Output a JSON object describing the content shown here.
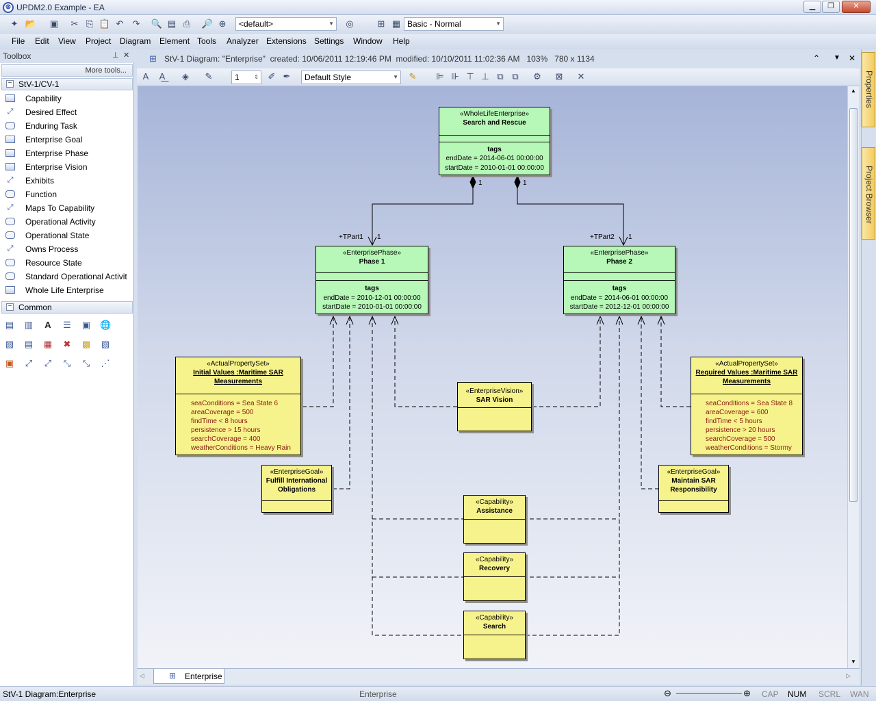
{
  "window": {
    "title": "UPDM2.0 Example - EA"
  },
  "toolbar": {
    "workspace_combo": "<default>",
    "perspective_combo": "Basic - Normal"
  },
  "menu": [
    "File",
    "Edit",
    "View",
    "Project",
    "Diagram",
    "Element",
    "Tools",
    "Analyzer",
    "Extensions",
    "Settings",
    "Window",
    "Help"
  ],
  "toolbox": {
    "title": "Toolbox",
    "more_tools": "More tools...",
    "group1": "StV-1/CV-1",
    "items": [
      {
        "label": "Capability",
        "icon": "class-icon"
      },
      {
        "label": "Desired Effect",
        "icon": "dependency-icon"
      },
      {
        "label": "Enduring Task",
        "icon": "rounded-box-icon"
      },
      {
        "label": "Enterprise Goal",
        "icon": "class-icon"
      },
      {
        "label": "Enterprise Phase",
        "icon": "class-icon"
      },
      {
        "label": "Enterprise Vision",
        "icon": "class-icon"
      },
      {
        "label": "Exhibits",
        "icon": "dependency-icon"
      },
      {
        "label": "Function",
        "icon": "rounded-box-icon"
      },
      {
        "label": "Maps To Capability",
        "icon": "dependency-icon"
      },
      {
        "label": "Operational Activity",
        "icon": "rounded-box-icon"
      },
      {
        "label": "Operational State",
        "icon": "rounded-box-icon"
      },
      {
        "label": "Owns Process",
        "icon": "dependency-icon"
      },
      {
        "label": "Resource State",
        "icon": "rounded-box-icon"
      },
      {
        "label": "Standard Operational Activit",
        "icon": "rounded-box-icon"
      },
      {
        "label": "Whole Life Enterprise",
        "icon": "class-icon"
      }
    ],
    "group2": "Common"
  },
  "diagram": {
    "header": "StV-1 Diagram: \"Enterprise\"  created: 10/06/2011 12:19:46 PM  modified: 10/10/2011 11:02:36 AM   103%   780 x 1134",
    "line_width": "1",
    "style_combo": "Default Style",
    "tab": "Enterprise"
  },
  "nodes": {
    "wle": {
      "stereo": "«WholeLifeEnterprise»",
      "name": "Search and Rescue",
      "tags": "tags",
      "t1": "endDate = 2014-06-01 00:00:00",
      "t2": "startDate = 2010-01-01 00:00:00"
    },
    "p1": {
      "stereo": "«EnterprisePhase»",
      "name": "Phase 1",
      "tags": "tags",
      "t1": "endDate = 2010-12-01 00:00:00",
      "t2": "startDate = 2010-01-01 00:00:00"
    },
    "p2": {
      "stereo": "«EnterprisePhase»",
      "name": "Phase 2",
      "tags": "tags",
      "t1": "endDate = 2014-06-01 00:00:00",
      "t2": "startDate = 2012-12-01 00:00:00"
    },
    "initial": {
      "stereo": "«ActualPropertySet»",
      "name1": "Initial Values :Maritime SAR",
      "name2": "Measurements",
      "v": [
        "seaConditions = Sea State 6",
        "areaCoverage = 500",
        "findTime < 8 hours",
        "persistence > 15 hours",
        "searchCoverage = 400",
        "weatherConditions = Heavy Rain"
      ]
    },
    "required": {
      "stereo": "«ActualPropertySet»",
      "name1": "Required Values :Maritime SAR",
      "name2": "Measurements",
      "v": [
        "seaConditions = Sea State 8",
        "areaCoverage = 600",
        "findTime < 5 hours",
        "persistence > 20 hours",
        "searchCoverage = 500",
        "weatherConditions = Stormy"
      ]
    },
    "vision": {
      "stereo": "«EnterpriseVision»",
      "name": "SAR Vision"
    },
    "goal1": {
      "stereo": "«EnterpriseGoal»",
      "name1": "Fulfill International",
      "name2": "Obligations"
    },
    "goal2": {
      "stereo": "«EnterpriseGoal»",
      "name1": "Maintain SAR",
      "name2": "Responsibility"
    },
    "cap1": {
      "stereo": "«Capability»",
      "name": "Assistance"
    },
    "cap2": {
      "stereo": "«Capability»",
      "name": "Recovery"
    },
    "cap3": {
      "stereo": "«Capability»",
      "name": "Search"
    }
  },
  "connectors": {
    "m1": "1",
    "m2": "1",
    "role1": "+TPart1",
    "role1m": "1",
    "role2": "+TPart2",
    "role2m": "1"
  },
  "right_tabs": {
    "properties": "Properties",
    "browser": "Project Browser"
  },
  "status": {
    "left": "StV-1 Diagram:Enterprise",
    "mid": "Enterprise",
    "cap": "CAP",
    "num": "NUM",
    "scrl": "SCRL",
    "wan": "WAN"
  }
}
